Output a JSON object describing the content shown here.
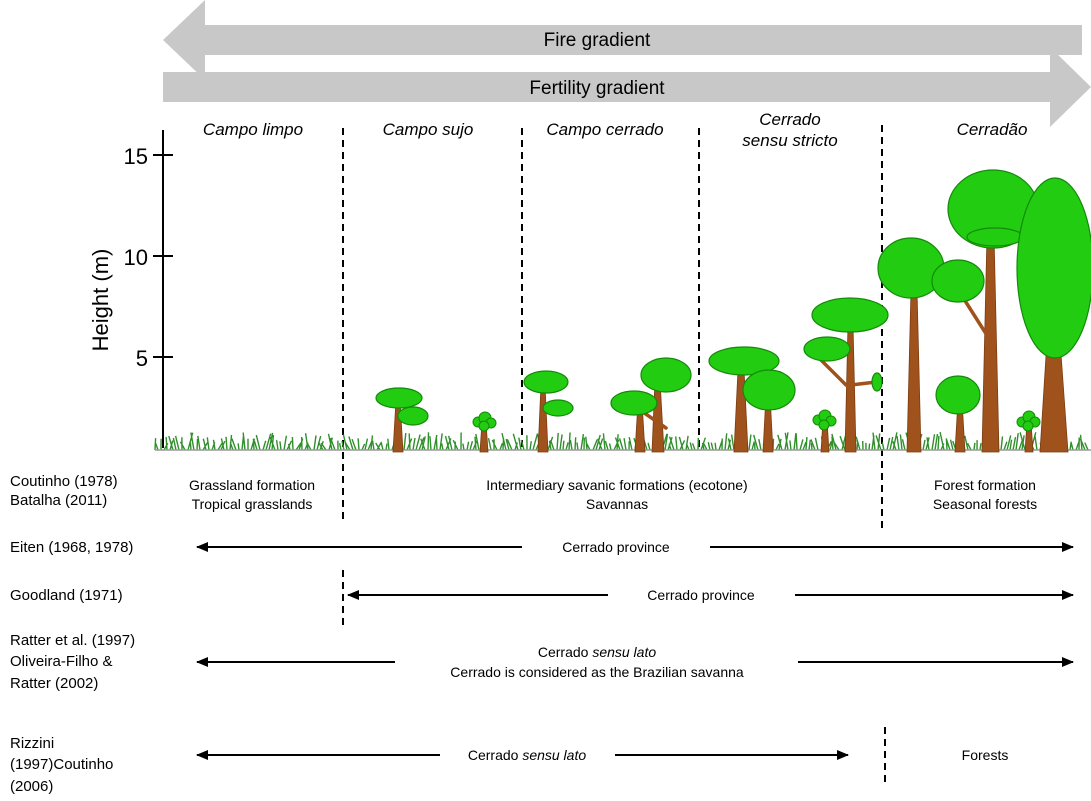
{
  "gradients": {
    "fire": "Fire gradient",
    "fertility": "Fertility gradient"
  },
  "axis": {
    "label": "Height (m)",
    "ticks": [
      "15",
      "10",
      "5"
    ]
  },
  "formations": [
    {
      "lines": [
        "Campo limpo"
      ]
    },
    {
      "lines": [
        "Campo sujo"
      ]
    },
    {
      "lines": [
        "Campo cerrado"
      ]
    },
    {
      "lines": [
        "Cerrado",
        "sensu stricto"
      ]
    },
    {
      "lines": [
        "Cerradão"
      ]
    }
  ],
  "classifications": {
    "coutinho_batalha": {
      "authors": [
        "Coutinho (1978)",
        "Batalha (2011)"
      ],
      "grassland": [
        "Grassland formation",
        "Tropical grasslands"
      ],
      "intermediary": [
        "Intermediary savanic formations (ecotone)",
        "Savannas"
      ],
      "forest": [
        "Forest formation",
        "Seasonal forests"
      ]
    },
    "eiten": {
      "author": "Eiten (1968, 1978)",
      "label": "Cerrado province"
    },
    "goodland": {
      "author": "Goodland (1971)",
      "label": "Cerrado province"
    },
    "ratter": {
      "authors": [
        "Ratter et al. (1997)",
        "Oliveira-Filho &",
        "Ratter (2002)"
      ],
      "label_prefix": "Cerrado ",
      "label_italic": "sensu lato",
      "label2": "Cerrado is considered as the Brazilian savanna"
    },
    "rizzini": {
      "authors": [
        "Rizzini",
        "(1997)Coutinho",
        "(2006)"
      ],
      "label_prefix": "Cerrado ",
      "label_italic": "sensu lato",
      "forests": "Forests"
    }
  },
  "colors": {
    "arrow_gray": "#c8c8c8",
    "canopy": "#22cc11",
    "canopy_stroke": "#148a0a",
    "trunk": "#a0521c",
    "grass": "#2f8f2a"
  }
}
